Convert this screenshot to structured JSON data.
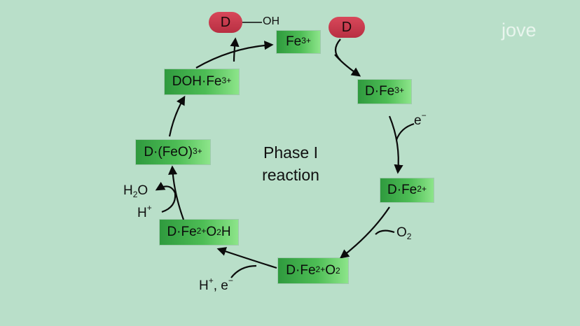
{
  "center": {
    "line1": "Phase I",
    "line2": "reaction"
  },
  "logo": {
    "text": "jove"
  },
  "molecule": {
    "pill_label": "D",
    "oh_label": "OH",
    "free_label": "D"
  },
  "boxes": {
    "fe3": {
      "main": "Fe",
      "sup": "3+"
    },
    "d_fe3": {
      "main": "D·Fe",
      "sup": "3+"
    },
    "d_fe2": {
      "main": "D·Fe",
      "sup": "2+"
    },
    "d_fe2_o2": {
      "main": "D·Fe",
      "sup": "2+",
      "tail": "O",
      "sub": "2"
    },
    "d_fe2_o2h": {
      "main": "D·Fe",
      "sup": "2+",
      "tail": "O",
      "sub": "2",
      "tail2": "H"
    },
    "d_feo": {
      "main": "D·(FeO)",
      "sup": "3+"
    },
    "doh_fe3": {
      "main": "DOH·Fe",
      "sup": "3+"
    }
  },
  "labels": {
    "e_minus": {
      "main": "e",
      "sup": "−"
    },
    "o2": {
      "main": "O",
      "sub": "2"
    },
    "h_e": {
      "h": "H",
      "hsup": "+",
      "mid": ", e",
      "esup": "−"
    },
    "h_plus": {
      "main": "H",
      "sup": "+"
    },
    "h2o": {
      "h": "H",
      "sub": "2",
      "o": "O"
    }
  },
  "colors": {
    "background": "#b9dfc9",
    "box_green": "#4dbd55",
    "pill_red": "#c83a4d",
    "arrow": "#0b0b0b"
  }
}
